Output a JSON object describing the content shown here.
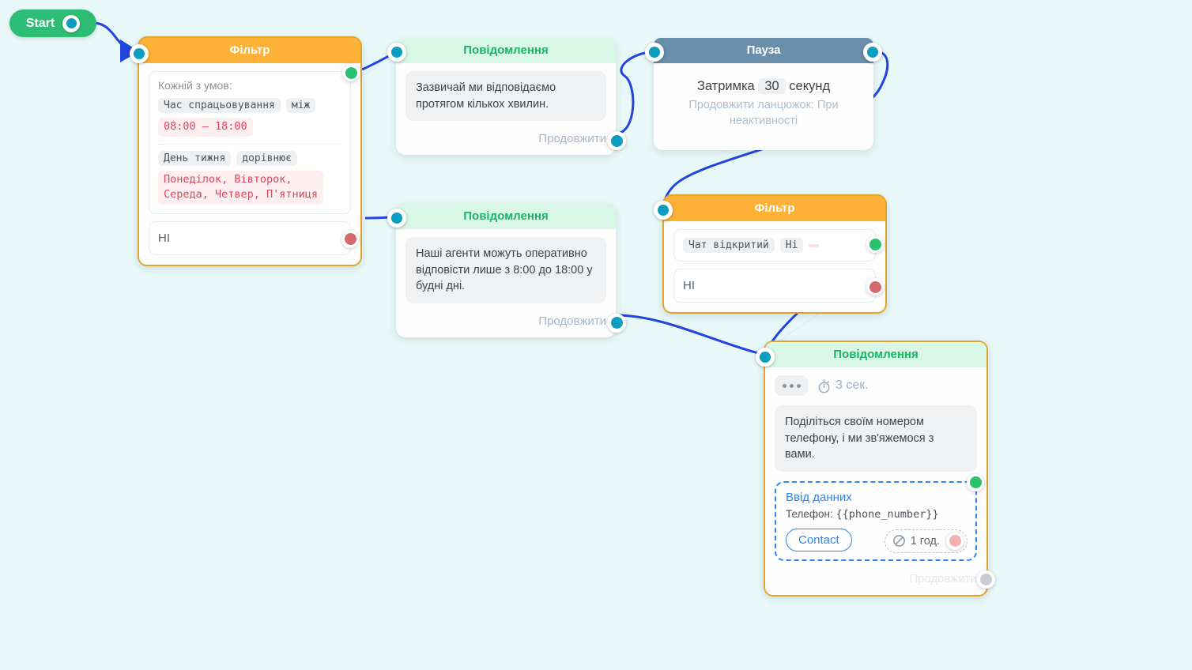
{
  "canvas": {
    "background": "#e8f7f7",
    "edge_color": "#2245dd",
    "port_color": "#0c9dc0"
  },
  "start": {
    "label": "Start",
    "port_icon": "circle-port-icon"
  },
  "nodes": {
    "filter_1": {
      "title": "Фільтр",
      "condition_title": "Кожній з умов:",
      "rules": [
        {
          "field": "Час спрацьовування",
          "operator": "між",
          "value": "08:00 — 18:00"
        },
        {
          "field": "День тижня",
          "operator": "дорівнює",
          "value": "Понеділок, Вівторок,\nСереда, Четвер, П'ятниця"
        }
      ],
      "else_label": "HI",
      "true_dot": "green",
      "false_dot": "red"
    },
    "message_1": {
      "title": "Повідомлення",
      "text": "Зазвичай ми відповідаємо протягом кількох хвилин.",
      "continue_label": "Продовжити"
    },
    "pause": {
      "title": "Пауза",
      "prefix": "Затримка",
      "value": "30",
      "suffix": "секунд",
      "subtitle": "Продовжити ланцюжок: При неактивності"
    },
    "message_2": {
      "title": "Повідомлення",
      "text": "Наші агенти можуть оперативно відповісти лише з 8:00 до 18:00 у будні дні.",
      "continue_label": "Продовжити"
    },
    "filter_2": {
      "title": "Фільтр",
      "rules": [
        {
          "field": "Чат відкритий",
          "operator": "Ні",
          "value": ""
        }
      ],
      "else_label": "HI",
      "true_dot": "green",
      "false_dot": "red"
    },
    "message_3": {
      "title": "Повідомлення",
      "typing_icon": "typing-dots-icon",
      "delay_icon": "stopwatch-icon",
      "delay_label": "3 сек.",
      "text": "Поділіться своїм номером телефону, і ми зв'яжемося з вами.",
      "input": {
        "title": "Ввід данних",
        "field_label": "Телефон:",
        "field_variable": "{{phone_number}}",
        "button_label": "Contact",
        "timeout_icon": "no-entry-icon",
        "timeout_label": "1 год.",
        "true_dot": "green",
        "false_dot": "pink"
      },
      "continue_label": "Продовжити"
    }
  }
}
